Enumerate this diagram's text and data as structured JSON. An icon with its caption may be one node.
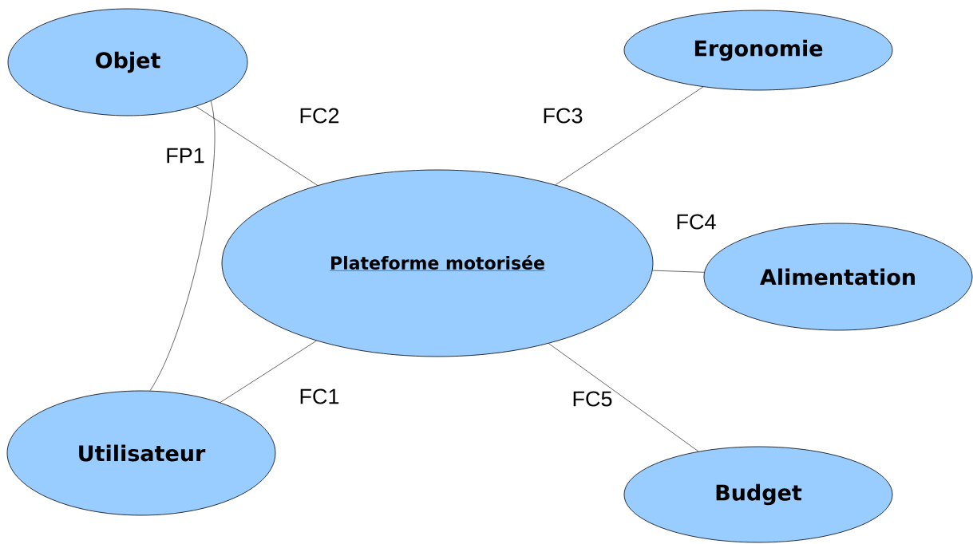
{
  "diagram": {
    "nodes": [
      {
        "text": [
          "Objet"
        ]
      },
      {
        "text": [
          "Ergonomie"
        ]
      },
      {
        "text": [
          "Plateforme motorisée"
        ]
      },
      {
        "text": [
          "Alimentation"
        ]
      },
      {
        "text": [
          "Utilisateur"
        ]
      },
      {
        "text": [
          "Budget"
        ]
      }
    ],
    "edges": [
      {
        "from": 0,
        "to": 4,
        "arrow": "none",
        "label": "FP1"
      },
      {
        "from": 0,
        "to": 2,
        "arrow": "none",
        "label": "FC2"
      },
      {
        "from": 1,
        "to": 2,
        "arrow": "none",
        "label": "FC3"
      },
      {
        "from": 2,
        "to": 3,
        "arrow": "none",
        "label": "FC4"
      },
      {
        "from": 2,
        "to": 5,
        "arrow": "none",
        "label": "FC5"
      },
      {
        "from": 2,
        "to": 4,
        "arrow": "none",
        "label": "FC1"
      }
    ]
  }
}
